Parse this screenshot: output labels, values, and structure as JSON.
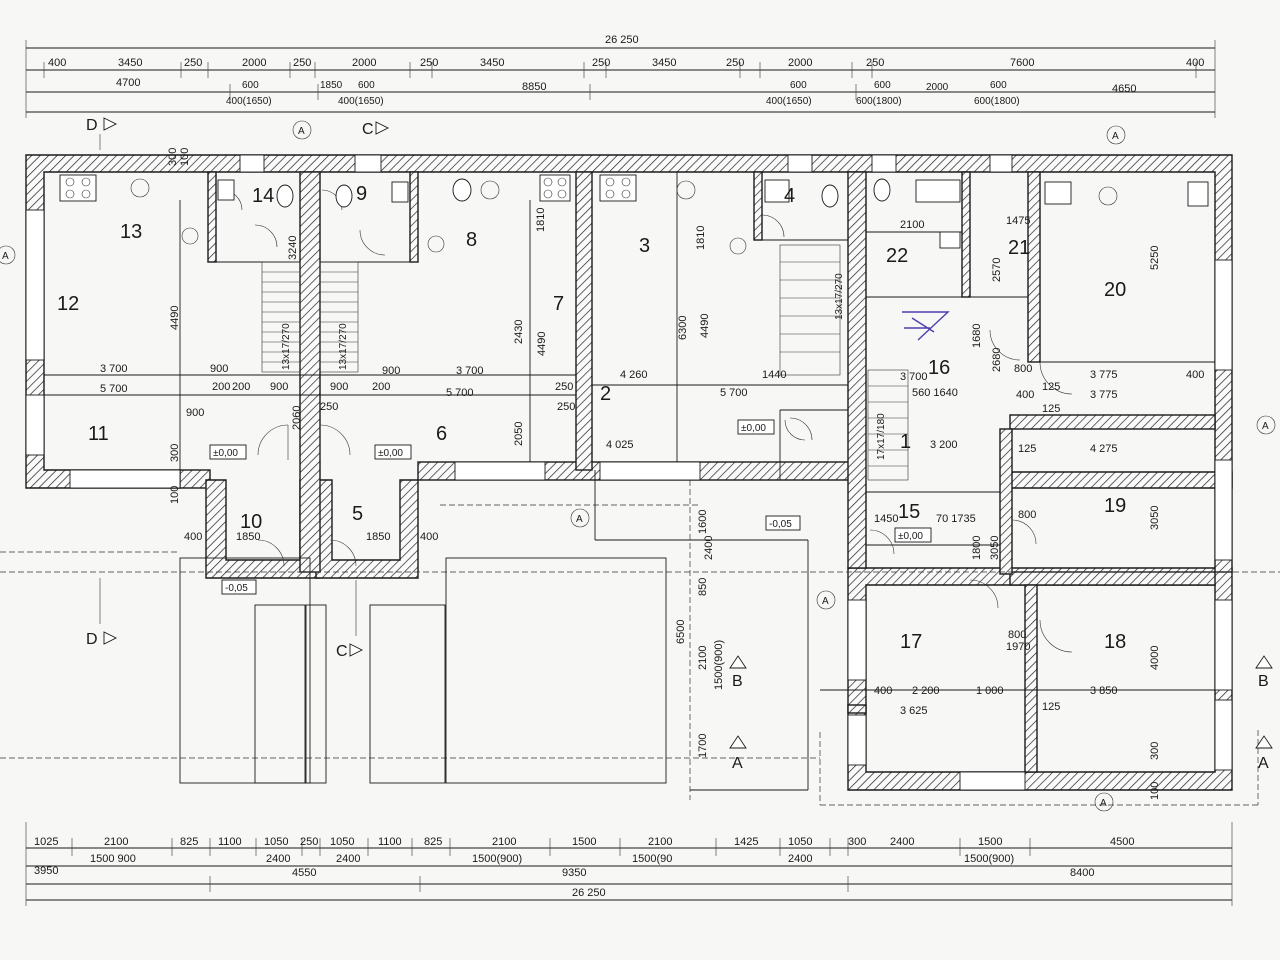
{
  "plan": {
    "top_dims": {
      "overall": "26 250",
      "row1": [
        "400",
        "3450",
        "250",
        "2000",
        "250",
        "2000",
        "250",
        "3450",
        "250",
        "3450",
        "250",
        "2000",
        "250",
        "7600",
        "400"
      ],
      "row2": [
        "4700",
        "8850",
        "4650"
      ],
      "row3": [
        "600",
        "400(1650)",
        "1850",
        "600",
        "400(1650)",
        "600",
        "400(1650)",
        "600",
        "600(1800)",
        "2000",
        "600",
        "600(1800)"
      ]
    },
    "bottom_dims": {
      "row1": [
        "1025",
        "2100",
        "825",
        "1100",
        "1050",
        "250",
        "1050",
        "1100",
        "825",
        "2100",
        "1500",
        "2100",
        "1425",
        "1050",
        "300",
        "2400",
        "1500",
        "4500"
      ],
      "row2": [
        "1500 900",
        "2400",
        "2400",
        "1500(900)",
        "1500(90",
        "2400",
        "1500(900)"
      ],
      "row3": [
        "3950",
        "4550",
        "9350",
        "8400"
      ],
      "overall": "26 250"
    },
    "rooms": [
      "1",
      "2",
      "3",
      "4",
      "5",
      "6",
      "7",
      "8",
      "9",
      "10",
      "11",
      "12",
      "13",
      "14",
      "15",
      "16",
      "17",
      "18",
      "19",
      "20",
      "21",
      "22"
    ],
    "interior_dims": {
      "a3700": "3 700",
      "a5700": "5 700",
      "a900": "900",
      "a200": "200",
      "a250": "250",
      "a4260": "4 260",
      "a4025": "4 025",
      "a1440": "1440",
      "a3775": "3 775",
      "a4275": "4 275",
      "a3850": "3 850",
      "a3625": "3 625",
      "a2200": "2 200",
      "a1000": "1 000",
      "a400": "400",
      "a125": "125",
      "a1850": "1850",
      "a1450": "1450",
      "a1735": "70 1735",
      "a2100": "2100",
      "a1475": "1475",
      "a3200": "3 200",
      "a1640": "560  1640",
      "a3700b": "3 700",
      "a800": "800",
      "a1970": "1970",
      "v4490": "4490",
      "v6300": "6300",
      "v2430": "2430",
      "v5250": "5250",
      "v3050": "3050",
      "v4000": "4000",
      "v6500": "6500",
      "v1700": "1700",
      "v2100": "2100",
      "v1500": "1500(900)",
      "v1810": "1810",
      "v2060": "2060",
      "v2050": "2050",
      "v850": "850",
      "v2400": "2400",
      "v1600": "1600",
      "v300": "300",
      "v100": "100",
      "v3240": "3240",
      "v2570": "2570",
      "v2680": "2680",
      "v1680": "1680",
      "v1800": "1800",
      "stair1": "13x17/270",
      "stair2": "13x17/270",
      "stair3": "13x17/270",
      "stair4": "17x17/180"
    },
    "levels": [
      "±0,00",
      "±0,00",
      "±0,00",
      "±0,00",
      "-0,05",
      "-0,05"
    ],
    "section_marks": {
      "A": "A",
      "B": "B",
      "C": "C",
      "D": "D"
    }
  }
}
